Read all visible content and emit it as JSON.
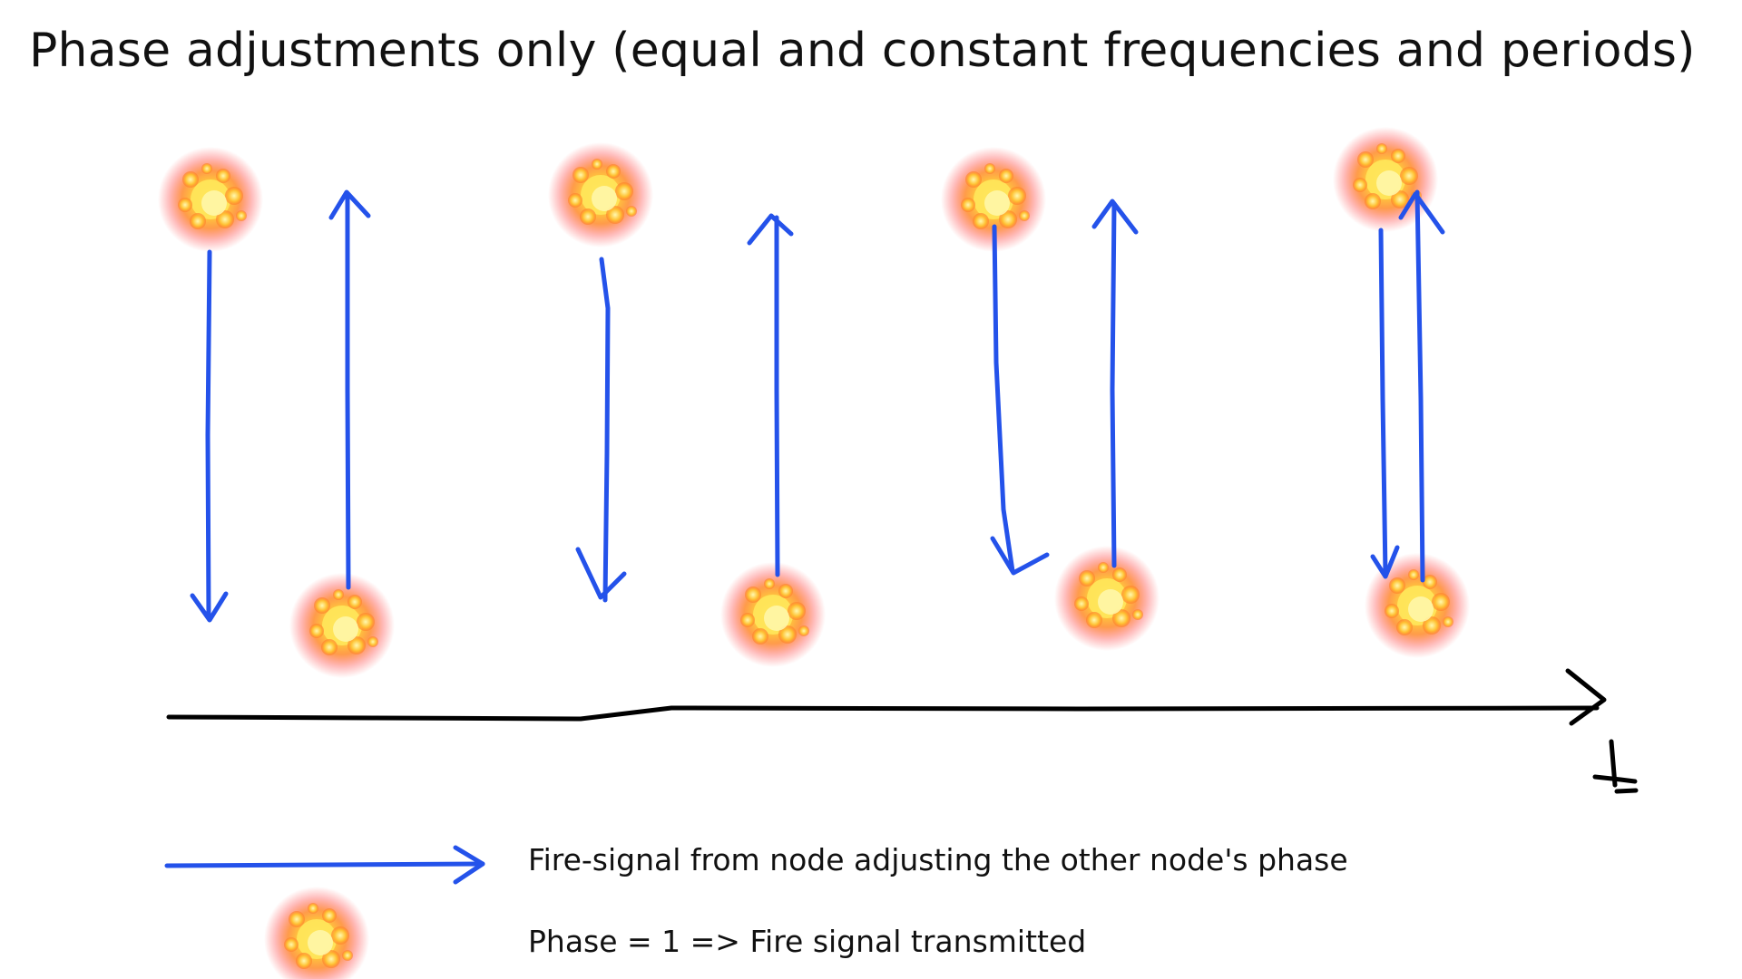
{
  "title": "Phase adjustments only (equal and constant frequencies and periods)",
  "axis": {
    "label": "t"
  },
  "legend": {
    "arrow_text": "Fire-signal from node adjusting the other node's phase",
    "fire_text": "Phase = 1 => Fire signal transmitted"
  },
  "colors": {
    "arrow": "#2452ea",
    "axis": "#000000",
    "fire_core": "#fff27a",
    "fire_mid": "#ffb020",
    "fire_outer": "#ff5a3c"
  },
  "icons": {
    "fire": "fire-burst-icon",
    "arrow": "blue-arrow-icon"
  }
}
